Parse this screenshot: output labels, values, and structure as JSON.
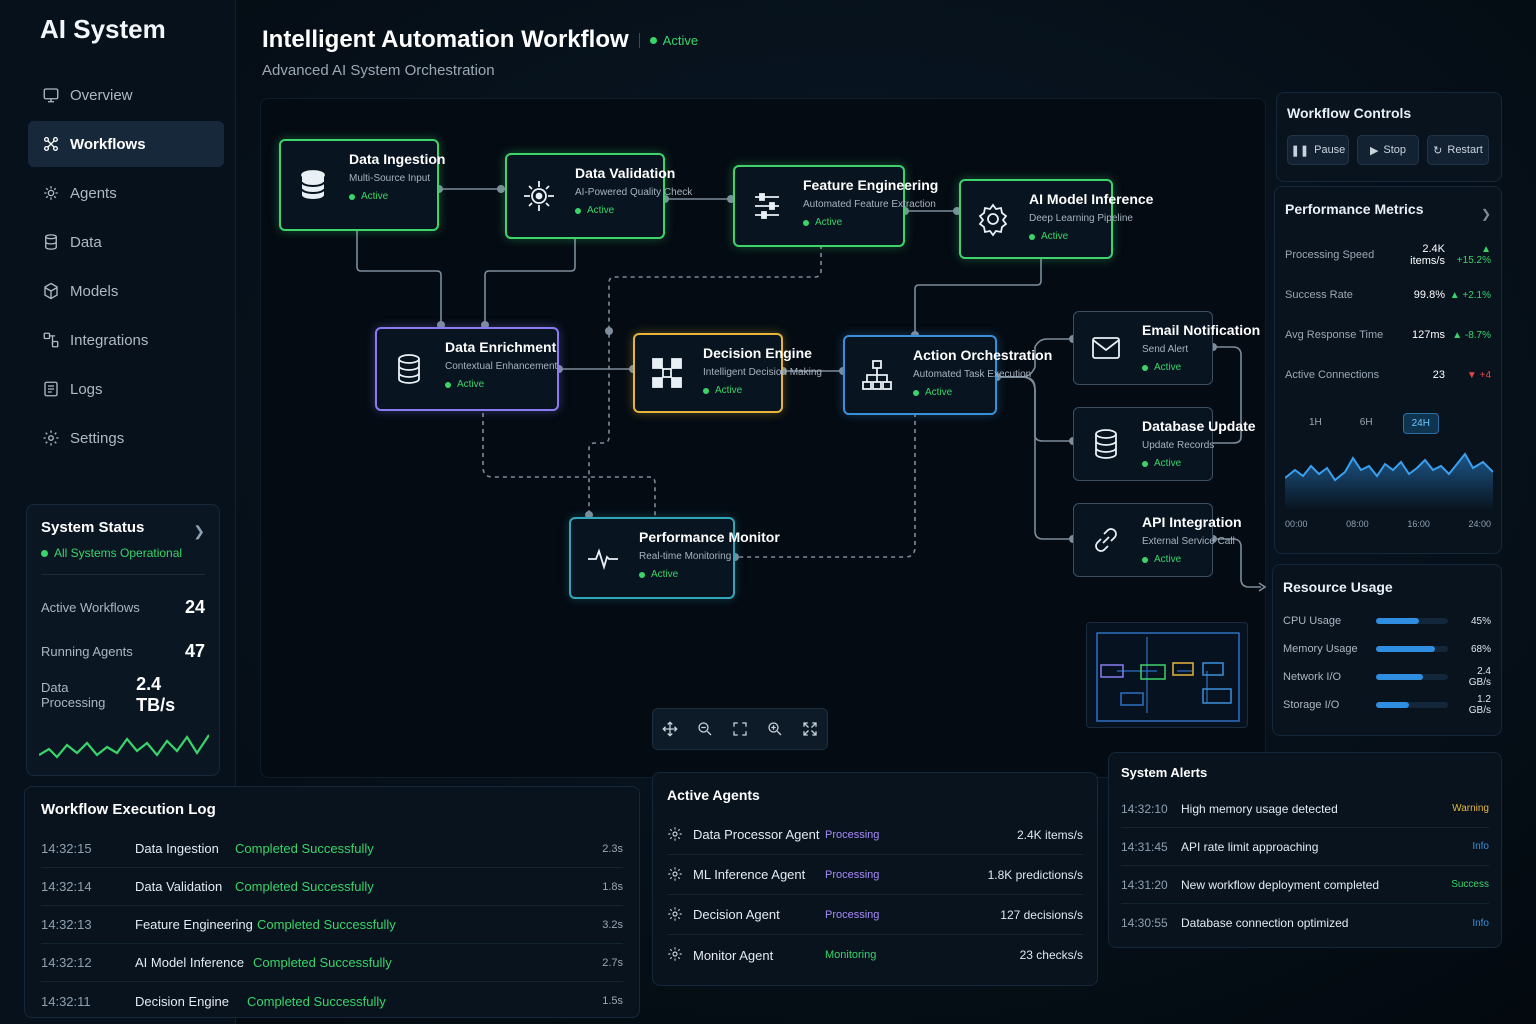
{
  "sidebar": {
    "logo": "AI System",
    "items": [
      {
        "label": "Overview",
        "icon": "overview-icon"
      },
      {
        "label": "Workflows",
        "icon": "workflows-icon",
        "active": true
      },
      {
        "label": "Agents",
        "icon": "agents-icon"
      },
      {
        "label": "Data",
        "icon": "data-icon"
      },
      {
        "label": "Models",
        "icon": "models-icon"
      },
      {
        "label": "Integrations",
        "icon": "integrations-icon"
      },
      {
        "label": "Logs",
        "icon": "logs-icon"
      },
      {
        "label": "Settings",
        "icon": "settings-icon"
      }
    ],
    "status": {
      "title": "System Status",
      "state": "All Systems Operational",
      "rows": [
        {
          "label": "Active Workflows",
          "value": "24"
        },
        {
          "label": "Running Agents",
          "value": "47"
        },
        {
          "label": "Data Processing",
          "value": "2.4 TB/s"
        }
      ]
    }
  },
  "header": {
    "title": "Intelligent Automation Workflow",
    "badge": "Active",
    "subtitle": "Advanced AI System Orchestration"
  },
  "nodes": {
    "ingestion": {
      "title": "Data Ingestion",
      "sub": "Multi-Source Input",
      "status": "Active"
    },
    "validation": {
      "title": "Data Validation",
      "sub": "AI-Powered Quality Check",
      "status": "Active"
    },
    "feature": {
      "title": "Feature Engineering",
      "sub": "Automated Feature Extraction",
      "status": "Active"
    },
    "inference": {
      "title": "AI Model Inference",
      "sub": "Deep Learning Pipeline",
      "status": "Active"
    },
    "enrichment": {
      "title": "Data Enrichment",
      "sub": "Contextual Enhancement",
      "status": "Active"
    },
    "decision": {
      "title": "Decision Engine",
      "sub": "Intelligent Decision Making",
      "status": "Active"
    },
    "action": {
      "title": "Action Orchestration",
      "sub": "Automated Task Execution",
      "status": "Active"
    },
    "email": {
      "title": "Email Notification",
      "sub": "Send Alert",
      "status": "Active"
    },
    "dbupdate": {
      "title": "Database Update",
      "sub": "Update Records",
      "status": "Active"
    },
    "api": {
      "title": "API Integration",
      "sub": "External Service Call",
      "status": "Active"
    },
    "monitor": {
      "title": "Performance Monitor",
      "sub": "Real-time Monitoring",
      "status": "Active"
    }
  },
  "controls": {
    "title": "Workflow Controls",
    "pause": "Pause",
    "stop": "Stop",
    "restart": "Restart"
  },
  "metrics": {
    "title": "Performance Metrics",
    "rows": [
      {
        "label": "Processing Speed",
        "value": "2.4K items/s",
        "delta": "▲ +15.2%",
        "dir": "up"
      },
      {
        "label": "Success Rate",
        "value": "99.8%",
        "delta": "▲ +2.1%",
        "dir": "up"
      },
      {
        "label": "Avg Response Time",
        "value": "127ms",
        "delta": "▲ -8.7%",
        "dir": "up"
      },
      {
        "label": "Active Connections",
        "value": "23",
        "delta": "▼ +4",
        "dir": "down"
      }
    ],
    "ranges": [
      "1H",
      "6H",
      "24H"
    ],
    "selected_range": "24H",
    "time_ticks": [
      "00:00",
      "08:00",
      "16:00",
      "24:00"
    ]
  },
  "resources": {
    "title": "Resource Usage",
    "rows": [
      {
        "label": "CPU Usage",
        "value": "45%",
        "fraction": 0.6
      },
      {
        "label": "Memory Usage",
        "value": "68%",
        "fraction": 0.82
      },
      {
        "label": "Network I/O",
        "value": "2.4 GB/s",
        "fraction": 0.66
      },
      {
        "label": "Storage I/O",
        "value": "1.2 GB/s",
        "fraction": 0.46
      }
    ]
  },
  "exec_log": {
    "title": "Workflow Execution Log",
    "rows": [
      {
        "time": "14:32:15",
        "name": "Data Ingestion",
        "result": "Completed Successfully",
        "duration": "2.3s"
      },
      {
        "time": "14:32:14",
        "name": "Data Validation",
        "result": "Completed Successfully",
        "duration": "1.8s"
      },
      {
        "time": "14:32:13",
        "name": "Feature Engineering",
        "result": "Completed Successfully",
        "duration": "3.2s"
      },
      {
        "time": "14:32:12",
        "name": "AI Model Inference",
        "result": "Completed Successfully",
        "duration": "2.7s"
      },
      {
        "time": "14:32:11",
        "name": "Decision Engine",
        "result": "Completed Successfully",
        "duration": "1.5s"
      }
    ]
  },
  "agents": {
    "title": "Active Agents",
    "rows": [
      {
        "name": "Data Processor Agent",
        "status": "Processing",
        "metric": "2.4K items/s"
      },
      {
        "name": "ML Inference Agent",
        "status": "Processing",
        "metric": "1.8K predictions/s"
      },
      {
        "name": "Decision Agent",
        "status": "Processing",
        "metric": "127 decisions/s"
      },
      {
        "name": "Monitor Agent",
        "status": "Monitoring",
        "metric": "23 checks/s"
      }
    ]
  },
  "alerts": {
    "title": "System Alerts",
    "rows": [
      {
        "time": "14:32:10",
        "msg": "High memory usage detected",
        "level": "Warning"
      },
      {
        "time": "14:31:45",
        "msg": "API rate limit approaching",
        "level": "Info"
      },
      {
        "time": "14:31:20",
        "msg": "New workflow deployment completed",
        "level": "Success"
      },
      {
        "time": "14:30:55",
        "msg": "Database connection optimized",
        "level": "Info"
      }
    ]
  }
}
